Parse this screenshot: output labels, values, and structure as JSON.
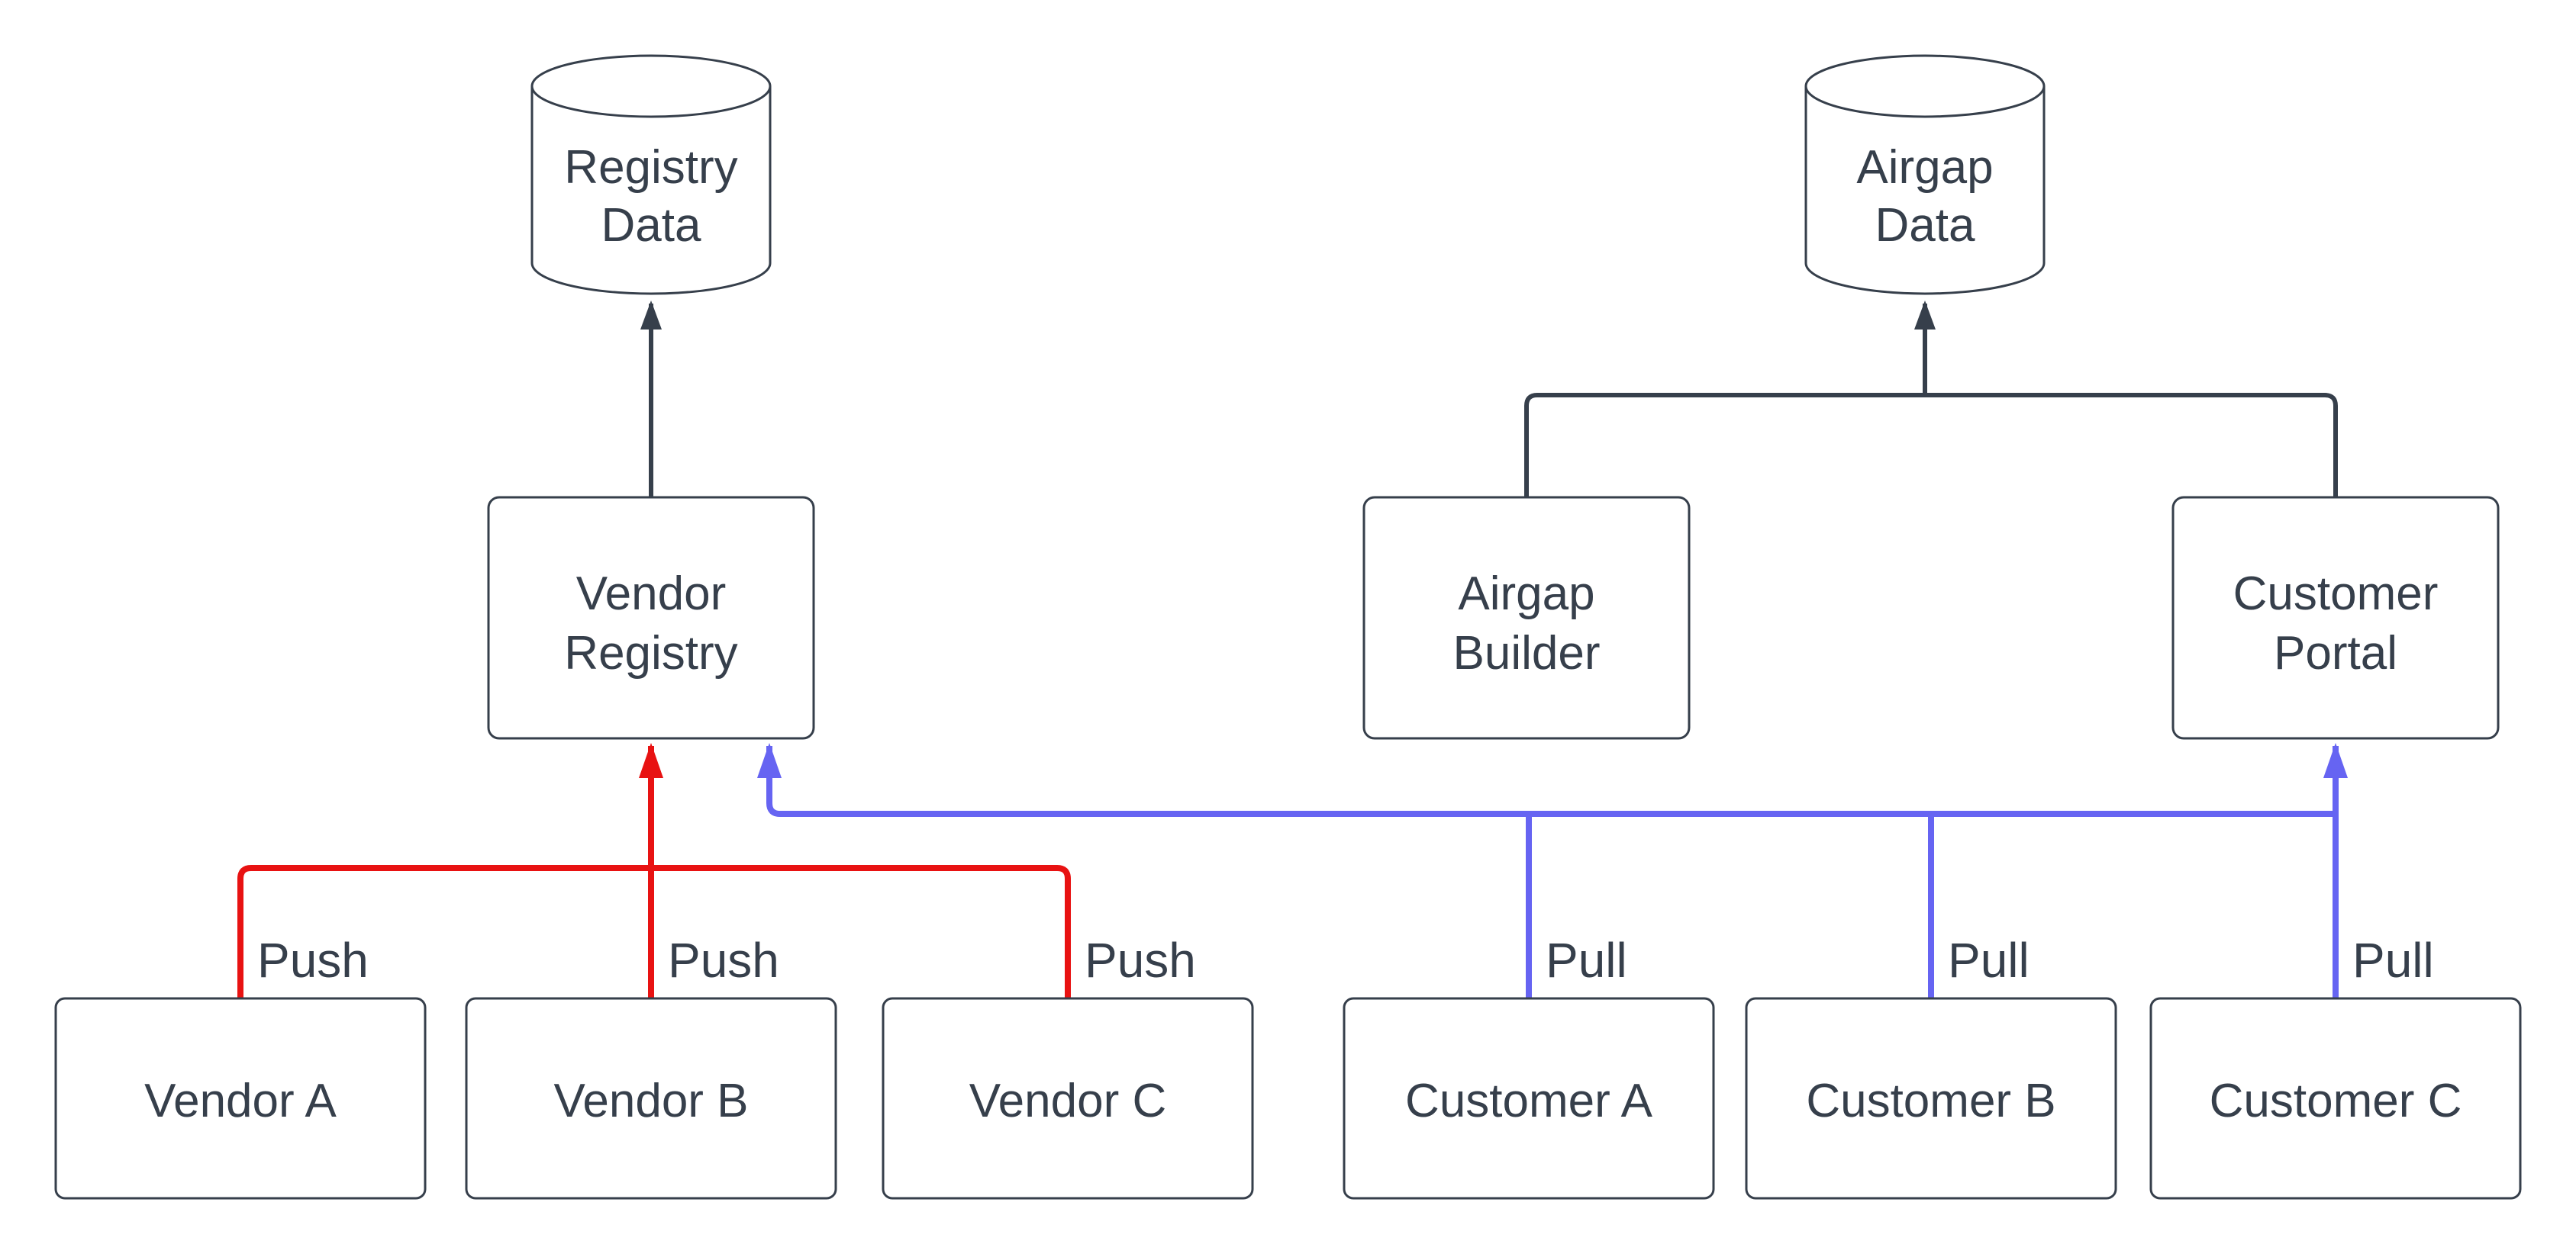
{
  "diagram": {
    "type": "flowchart",
    "background": "#ffffff",
    "colors": {
      "dark": "#363f4b",
      "red": "#e81212",
      "blue": "#6664f2",
      "node_fill": "#ffffff",
      "node_border": "#363f4b",
      "text": "#363f4b"
    },
    "nodes": [
      {
        "id": "registry-data",
        "shape": "cylinder",
        "label": "Registry Data",
        "lines": [
          "Registry",
          "Data"
        ]
      },
      {
        "id": "airgap-data",
        "shape": "cylinder",
        "label": "Airgap Data",
        "lines": [
          "Airgap",
          "Data"
        ]
      },
      {
        "id": "vendor-registry",
        "shape": "process",
        "label": "Vendor Registry",
        "lines": [
          "Vendor",
          "Registry"
        ]
      },
      {
        "id": "airgap-builder",
        "shape": "process",
        "label": "Airgap Builder",
        "lines": [
          "Airgap",
          "Builder"
        ]
      },
      {
        "id": "customer-portal",
        "shape": "process",
        "label": "Customer Portal",
        "lines": [
          "Customer",
          "Portal"
        ]
      },
      {
        "id": "vendor-a",
        "shape": "process",
        "label": "Vendor A",
        "lines": [
          "Vendor A"
        ]
      },
      {
        "id": "vendor-b",
        "shape": "process",
        "label": "Vendor B",
        "lines": [
          "Vendor B"
        ]
      },
      {
        "id": "vendor-c",
        "shape": "process",
        "label": "Vendor C",
        "lines": [
          "Vendor C"
        ]
      },
      {
        "id": "customer-a",
        "shape": "process",
        "label": "Customer A",
        "lines": [
          "Customer A"
        ]
      },
      {
        "id": "customer-b",
        "shape": "process",
        "label": "Customer B",
        "lines": [
          "Customer B"
        ]
      },
      {
        "id": "customer-c",
        "shape": "process",
        "label": "Customer C",
        "lines": [
          "Customer C"
        ]
      }
    ],
    "edges": [
      {
        "id": "vendor-registry-to-registry-data",
        "from": "vendor-registry",
        "to": "registry-data",
        "color": "dark",
        "label": ""
      },
      {
        "id": "airgap-builder-to-airgap-data",
        "from": "airgap-builder",
        "to": "airgap-data",
        "color": "dark",
        "label": ""
      },
      {
        "id": "customer-portal-to-airgap-data",
        "from": "customer-portal",
        "to": "airgap-data",
        "color": "dark",
        "label": ""
      },
      {
        "id": "push-vendor-a",
        "from": "vendor-a",
        "to": "vendor-registry",
        "color": "red",
        "label": "Push"
      },
      {
        "id": "push-vendor-b",
        "from": "vendor-b",
        "to": "vendor-registry",
        "color": "red",
        "label": "Push"
      },
      {
        "id": "push-vendor-c",
        "from": "vendor-c",
        "to": "vendor-registry",
        "color": "red",
        "label": "Push"
      },
      {
        "id": "pull-customer-a",
        "from": "customer-a",
        "to": "vendor-registry, customer-portal",
        "color": "blue",
        "label": "Pull"
      },
      {
        "id": "pull-customer-b",
        "from": "customer-b",
        "to": "vendor-registry, customer-portal",
        "color": "blue",
        "label": "Pull"
      },
      {
        "id": "pull-customer-c",
        "from": "customer-c",
        "to": "vendor-registry, customer-portal",
        "color": "blue",
        "label": "Pull"
      }
    ]
  }
}
